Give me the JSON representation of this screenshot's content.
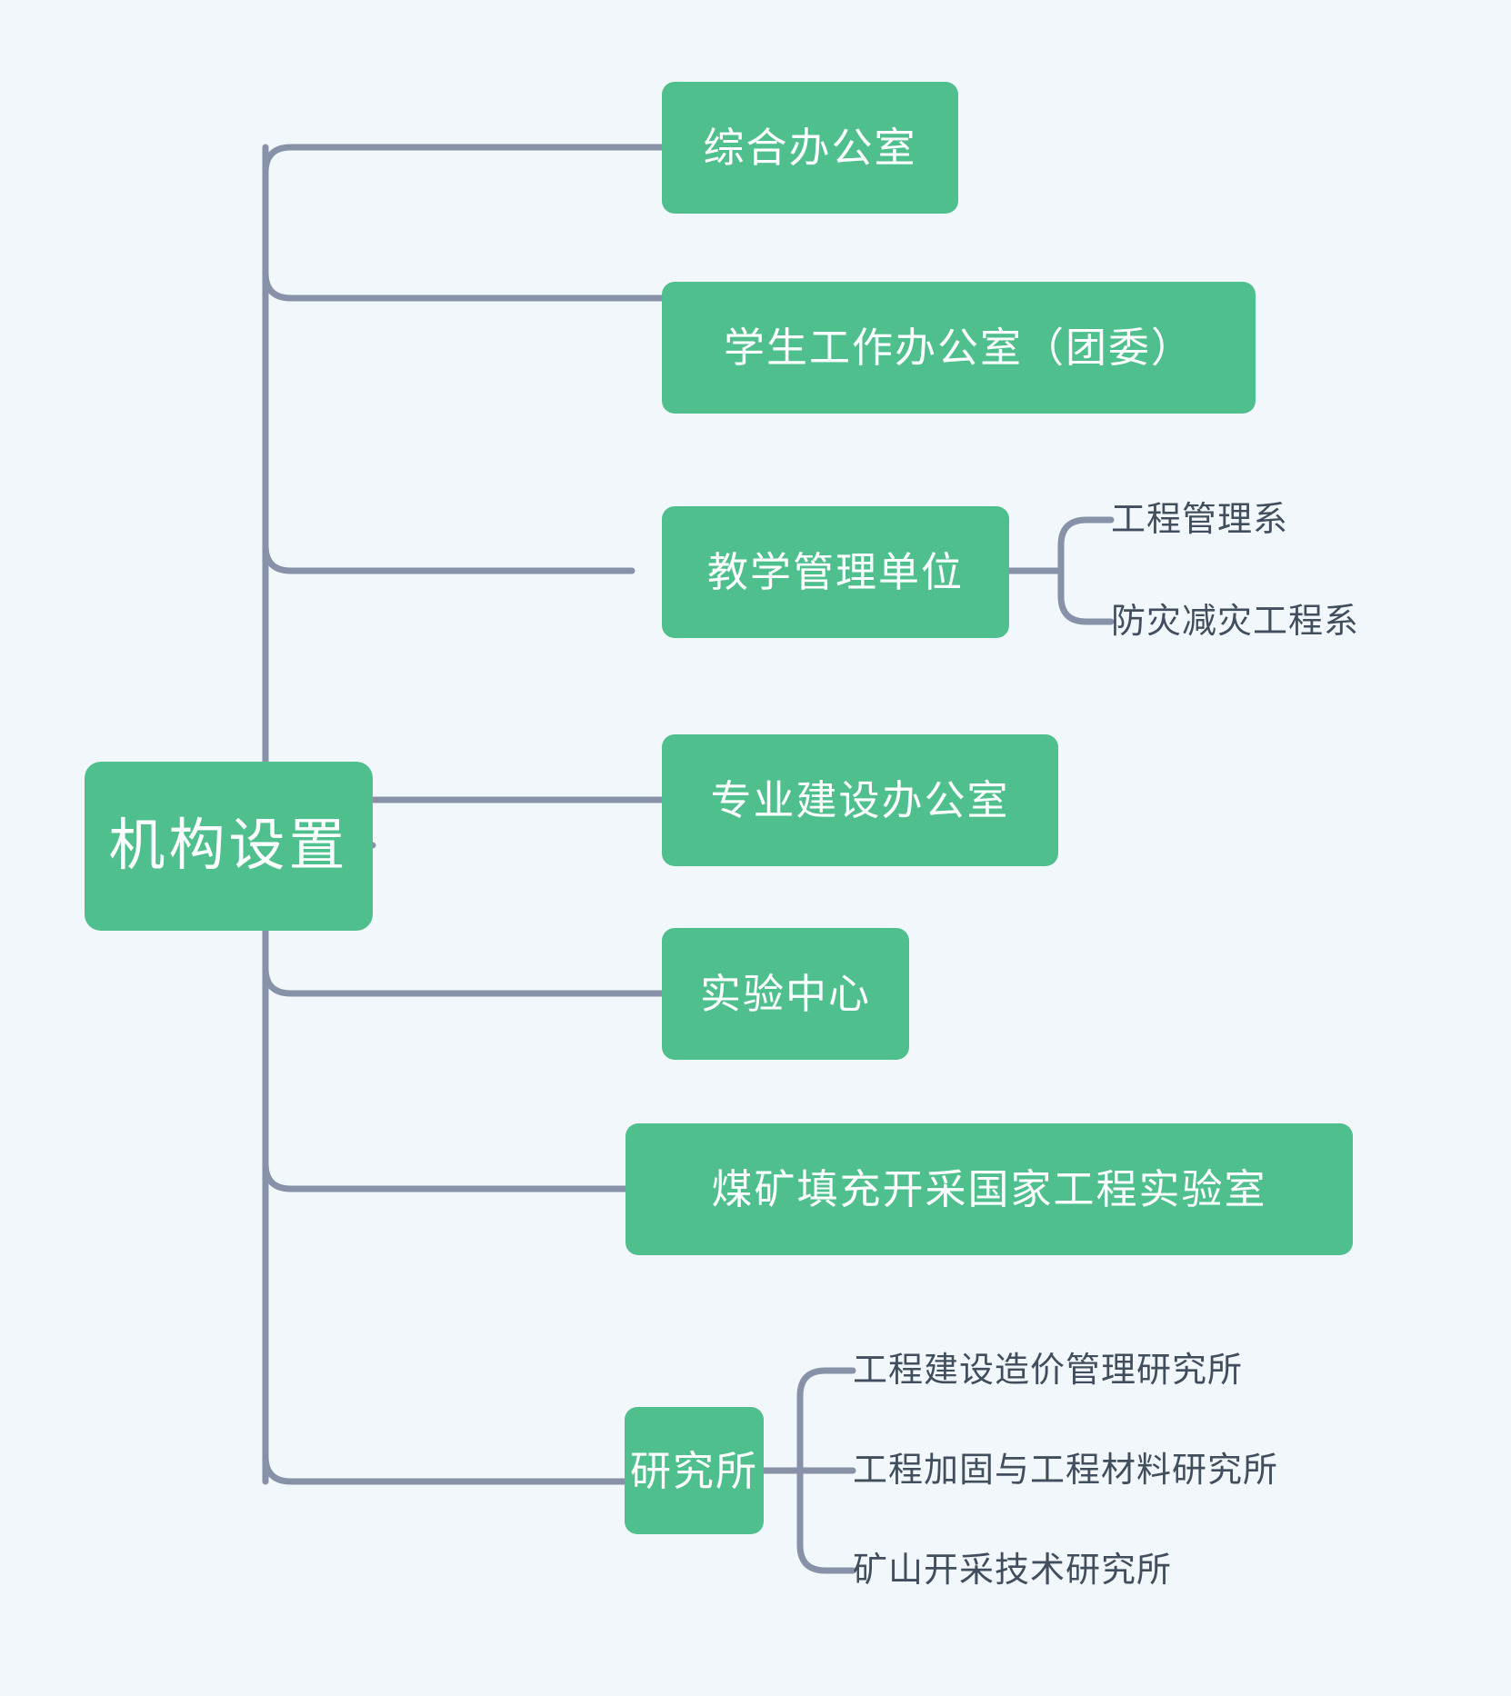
{
  "diagram": {
    "type": "mindmap",
    "background_color": "#f2f7fb",
    "node_color": "#4fc08d",
    "node_text_color": "#ffffff",
    "connector_color": "#8792a8",
    "leaf_text_color": "#414e5e",
    "root": {
      "label": "机构设置"
    },
    "branches": [
      {
        "label": "综合办公室",
        "children": []
      },
      {
        "label": "学生工作办公室（团委）",
        "children": []
      },
      {
        "label": "教学管理单位",
        "children": [
          {
            "label": "工程管理系"
          },
          {
            "label": "防灾减灾工程系"
          }
        ]
      },
      {
        "label": "专业建设办公室",
        "children": []
      },
      {
        "label": "实验中心",
        "children": []
      },
      {
        "label": "煤矿填充开采国家工程实验室",
        "children": []
      },
      {
        "label": "研究所",
        "children": [
          {
            "label": "工程建设造价管理研究所"
          },
          {
            "label": "工程加固与工程材料研究所"
          },
          {
            "label": "矿山开采技术研究所"
          }
        ]
      }
    ]
  }
}
